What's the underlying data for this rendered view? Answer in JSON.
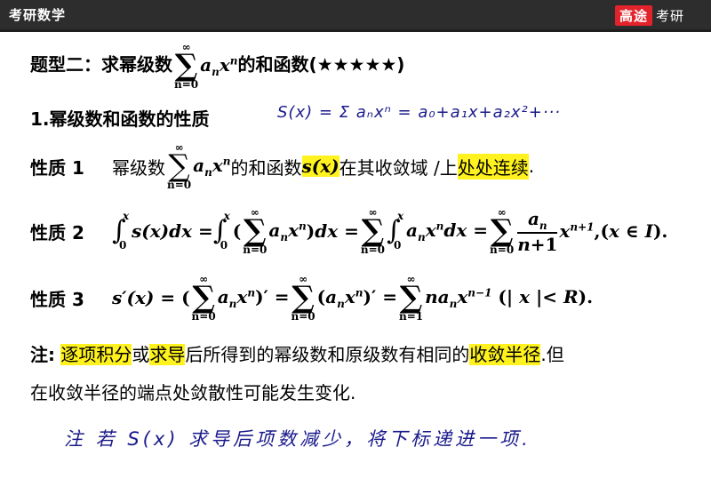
{
  "header": {
    "title": "考研数学",
    "logo_brand": "高途",
    "logo_text": "考研"
  },
  "heading": {
    "prefix": "题型二：求幂级数",
    "suffix": "的和函数(★★★★★)"
  },
  "section": {
    "title": "1.幂级数和函数的性质"
  },
  "prop1": {
    "label": "性质 1",
    "text_a": "幂级数",
    "text_b": "的和函数",
    "sx": "s(x)",
    "text_c": "在其收敛域 /上",
    "hl": "处处连续",
    "end": "."
  },
  "prop2": {
    "label": "性质 2"
  },
  "prop3": {
    "label": "性质 3"
  },
  "note": {
    "label": "注:",
    "hl1": "逐项积分",
    "t1": "或",
    "hl2": "求导",
    "t2": "后所得到的幂级数和原级数有相同的",
    "hl3": "收敛半径",
    "t3": ".但",
    "line2": "在收敛半径的端点处敛散性可能发生变化."
  },
  "handwriting": {
    "line1": "S(x) = Σ aₙxⁿ = a₀+a₁x+a₂x²+···",
    "line2": "注 若 S(x) 求导后项数减少，将下标递进一项."
  },
  "colors": {
    "highlight": "#fff21e",
    "topbar": "#2d2d2d",
    "logo_red": "#e2232b",
    "ink": "#1a1a8c"
  }
}
